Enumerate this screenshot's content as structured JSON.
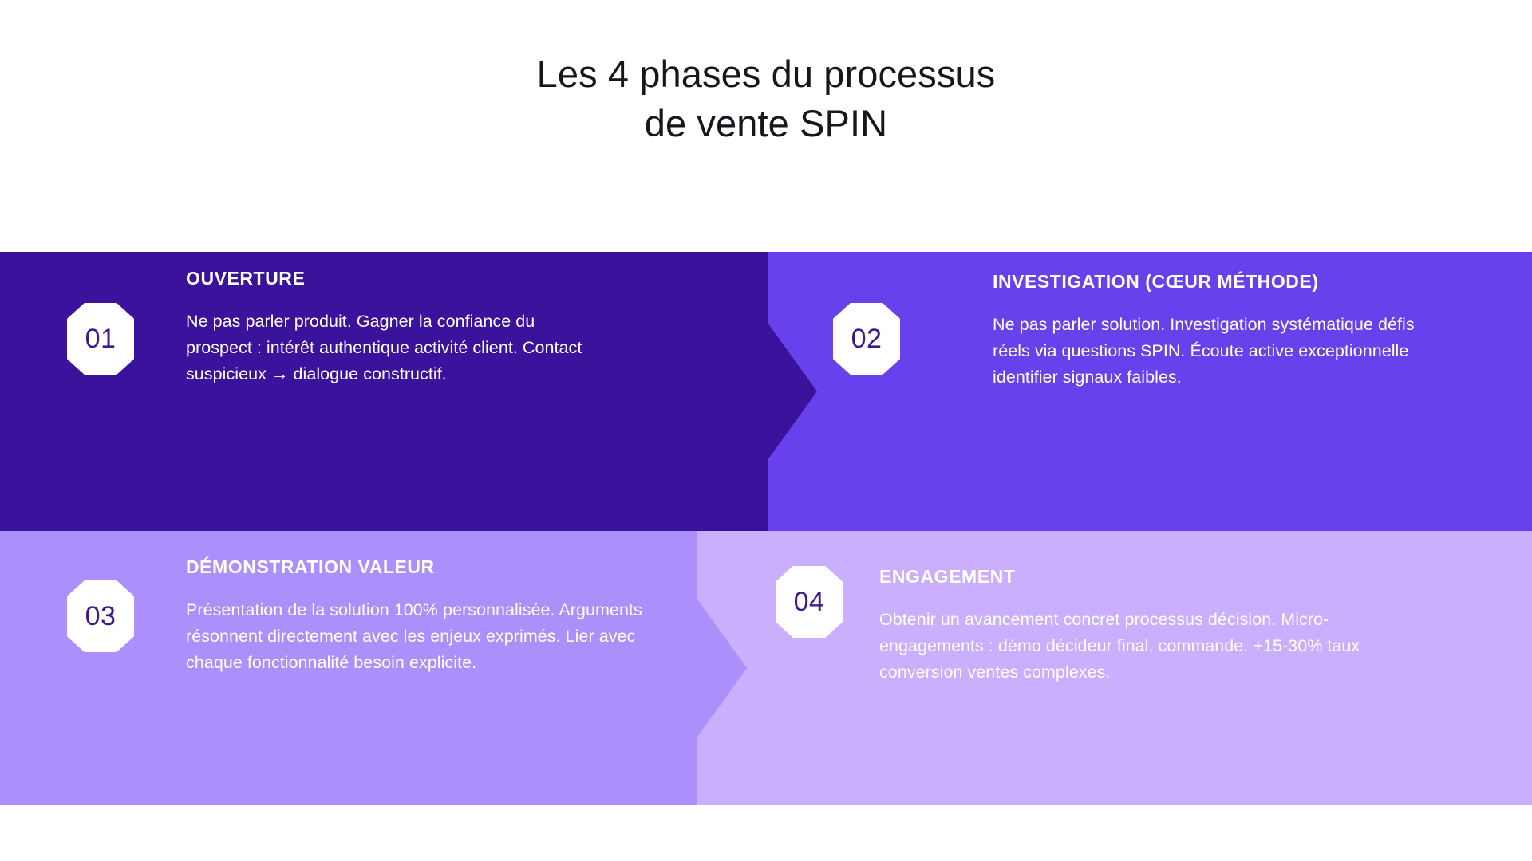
{
  "title": "Les 4 phases du processus\nde vente SPIN",
  "title_line1": "Les 4 phases du processus",
  "title_line2": "de vente SPIN",
  "colors": {
    "background": "#ffffff",
    "title_text": "#16161c",
    "phase1_bg": "#3a129c",
    "phase2_bg": "#6741eb",
    "phase3_bg": "#ab8ffb",
    "phase4_bg": "#c9affd",
    "badge_bg": "#ffffff",
    "badge_text": "#3c1a8e",
    "panel_text": "#ffffff"
  },
  "phases": [
    {
      "number": "01",
      "heading": "OUVERTURE",
      "description": "Ne pas parler produit. Gagner la confiance du prospect : intérêt authentique activité client. Contact suspicieux → dialogue constructif."
    },
    {
      "number": "02",
      "heading": "INVESTIGATION (CŒUR MÉTHODE)",
      "description": "Ne pas parler solution. Investigation systématique défis réels via questions SPIN. Écoute active exceptionnelle identifier signaux faibles."
    },
    {
      "number": "03",
      "heading": "DÉMONSTRATION VALEUR",
      "description": "Présentation de la solution 100% personnalisée. Arguments résonnent directement avec les enjeux exprimés. Lier avec chaque fonctionnalité besoin explicite."
    },
    {
      "number": "04",
      "heading": "ENGAGEMENT",
      "description": "Obtenir un avancement concret processus décision. Micro-engagements : démo décideur final, commande. +15-30% taux conversion ventes complexes."
    }
  ],
  "connectors": [
    {
      "name": "arrow-phase1-to-phase2",
      "glyph": "chevron-right"
    },
    {
      "name": "arrow-phase3-to-phase4",
      "glyph": "chevron-right"
    }
  ]
}
